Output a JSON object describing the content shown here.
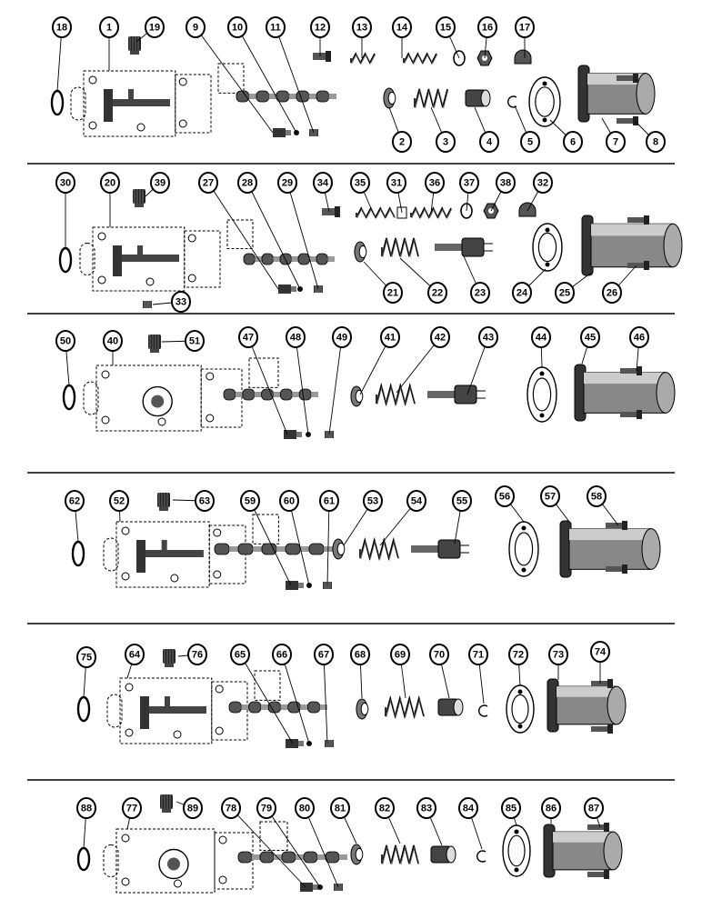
{
  "diagram": {
    "type": "exploded-parts-view",
    "callouts": [
      "1",
      "2",
      "3",
      "4",
      "5",
      "6",
      "7",
      "8",
      "9",
      "10",
      "11",
      "12",
      "13",
      "14",
      "15",
      "16",
      "17",
      "18",
      "19",
      "20",
      "21",
      "22",
      "23",
      "24",
      "25",
      "26",
      "27",
      "28",
      "29",
      "30",
      "31",
      "32",
      "33",
      "34",
      "35",
      "36",
      "37",
      "38",
      "39",
      "40",
      "41",
      "42",
      "43",
      "44",
      "45",
      "46",
      "47",
      "48",
      "49",
      "50",
      "51",
      "52",
      "53",
      "54",
      "55",
      "56",
      "57",
      "58",
      "59",
      "60",
      "61",
      "62",
      "63",
      "64",
      "65",
      "66",
      "67",
      "68",
      "69",
      "70",
      "71",
      "72",
      "73",
      "74",
      "75",
      "76",
      "77",
      "78",
      "79",
      "80",
      "81",
      "82",
      "83",
      "84",
      "85",
      "86",
      "87",
      "88",
      "89"
    ]
  }
}
